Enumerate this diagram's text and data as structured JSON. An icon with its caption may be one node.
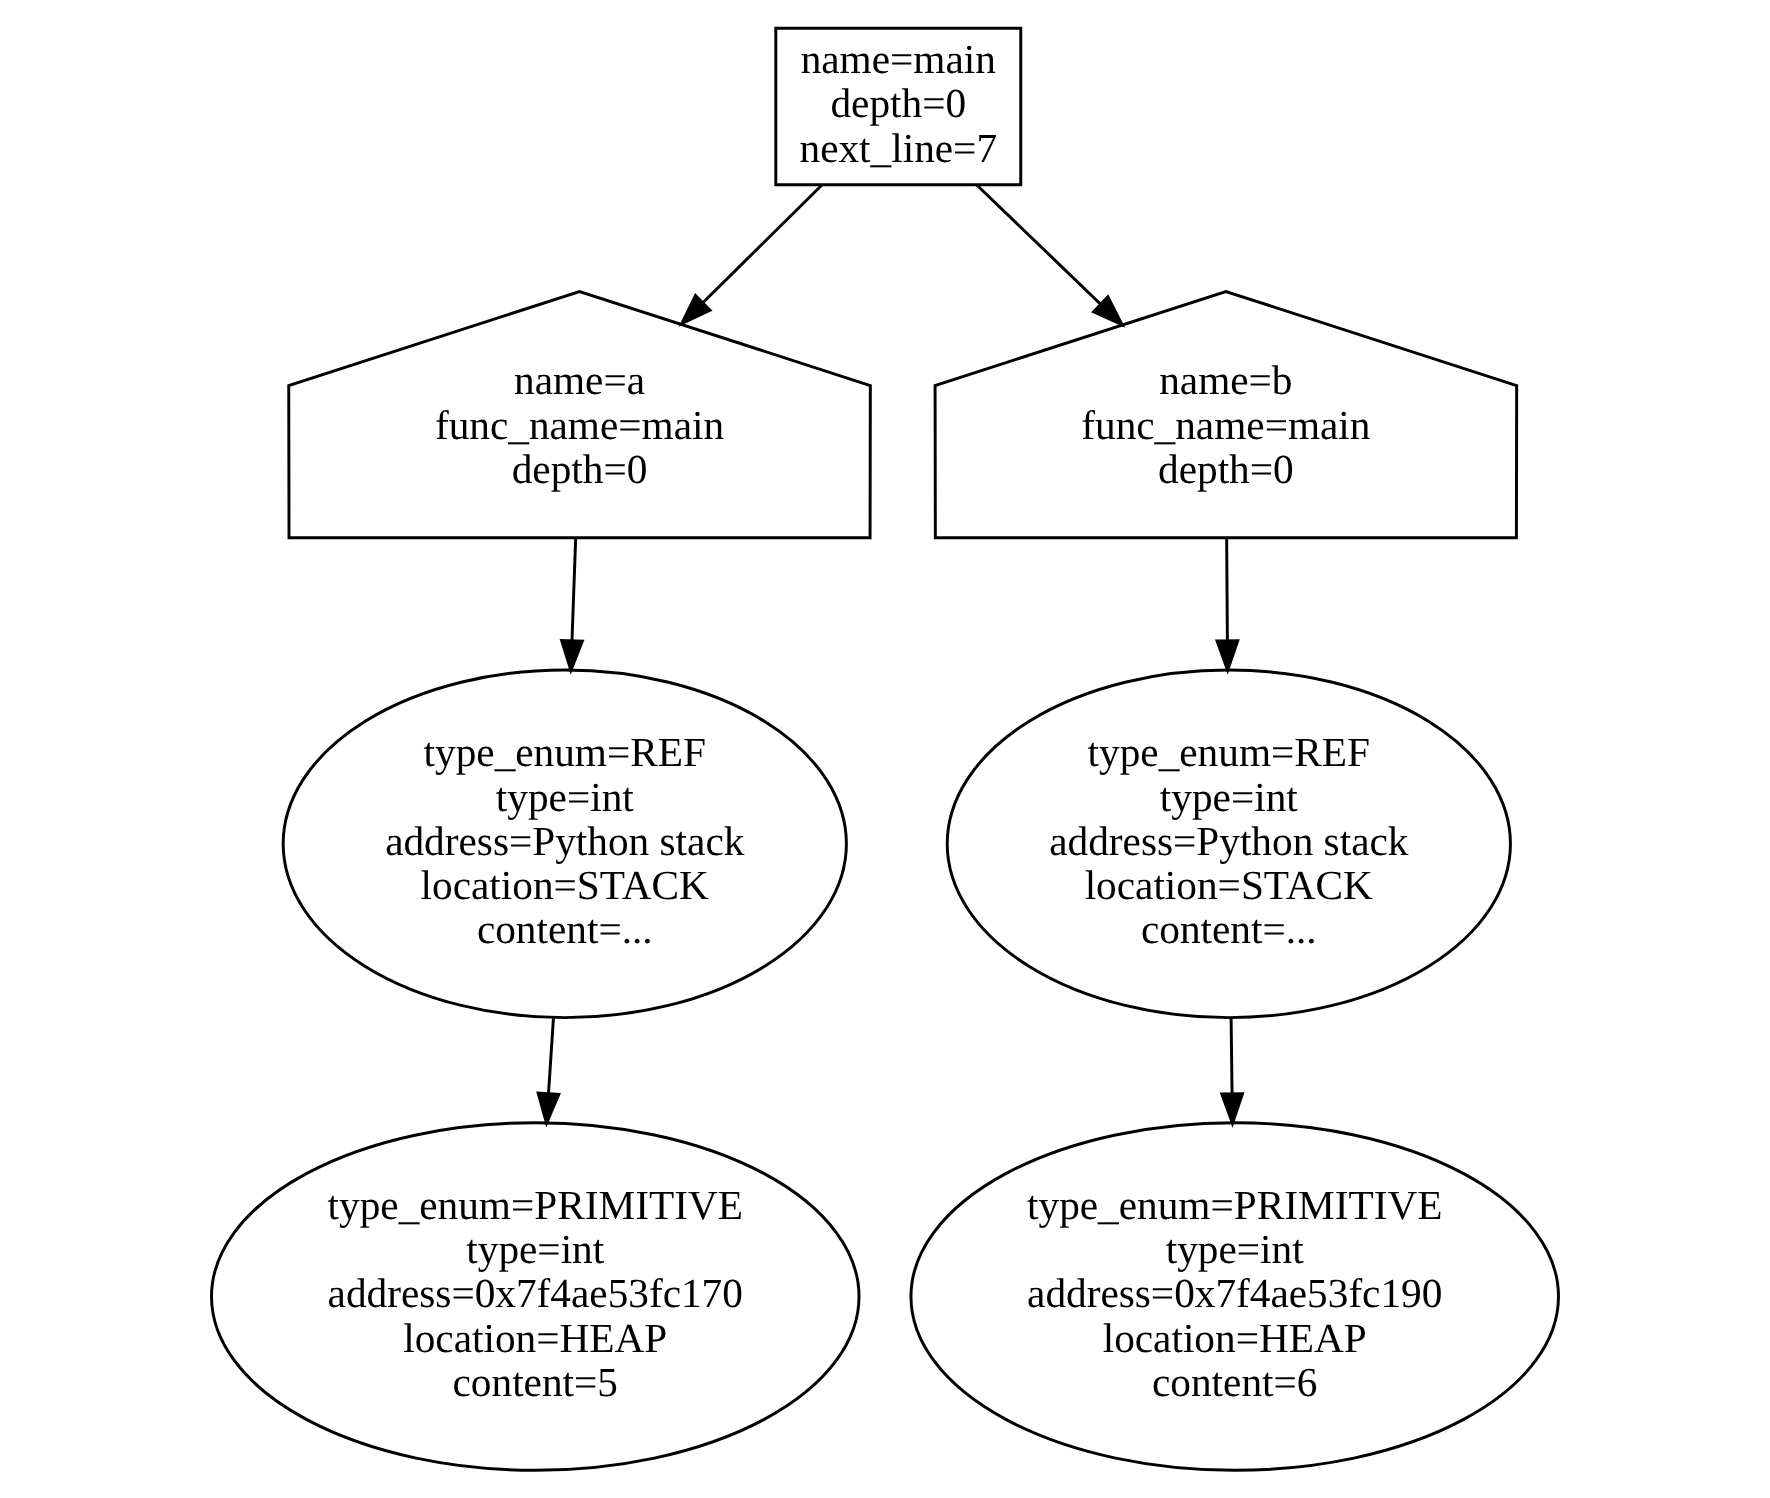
{
  "diagram": {
    "nodes": [
      {
        "text": [
          "name=main",
          "depth=0",
          "next_line=7"
        ]
      },
      {
        "text": [
          "name=a",
          "func_name=main",
          "depth=0"
        ]
      },
      {
        "text": [
          "name=b",
          "func_name=main",
          "depth=0"
        ]
      },
      {
        "text": [
          "type_enum=REF",
          "type=int",
          "address=Python stack",
          "location=STACK",
          "content=..."
        ]
      },
      {
        "text": [
          "type_enum=REF",
          "type=int",
          "address=Python stack",
          "location=STACK",
          "content=..."
        ]
      },
      {
        "text": [
          "type_enum=PRIMITIVE",
          "type=int",
          "address=0x7f4ae53fc170",
          "location=HEAP",
          "content=5"
        ]
      },
      {
        "text": [
          "type_enum=PRIMITIVE",
          "type=int",
          "address=0x7f4ae53fc190",
          "location=HEAP",
          "content=6"
        ]
      }
    ],
    "edges": [
      {
        "from": 0,
        "to": 1,
        "arrow": "to"
      },
      {
        "from": 0,
        "to": 2,
        "arrow": "to"
      },
      {
        "from": 1,
        "to": 3,
        "arrow": "to"
      },
      {
        "from": 2,
        "to": 4,
        "arrow": "to"
      },
      {
        "from": 3,
        "to": 5,
        "arrow": "to"
      },
      {
        "from": 4,
        "to": 6,
        "arrow": "to"
      }
    ]
  }
}
